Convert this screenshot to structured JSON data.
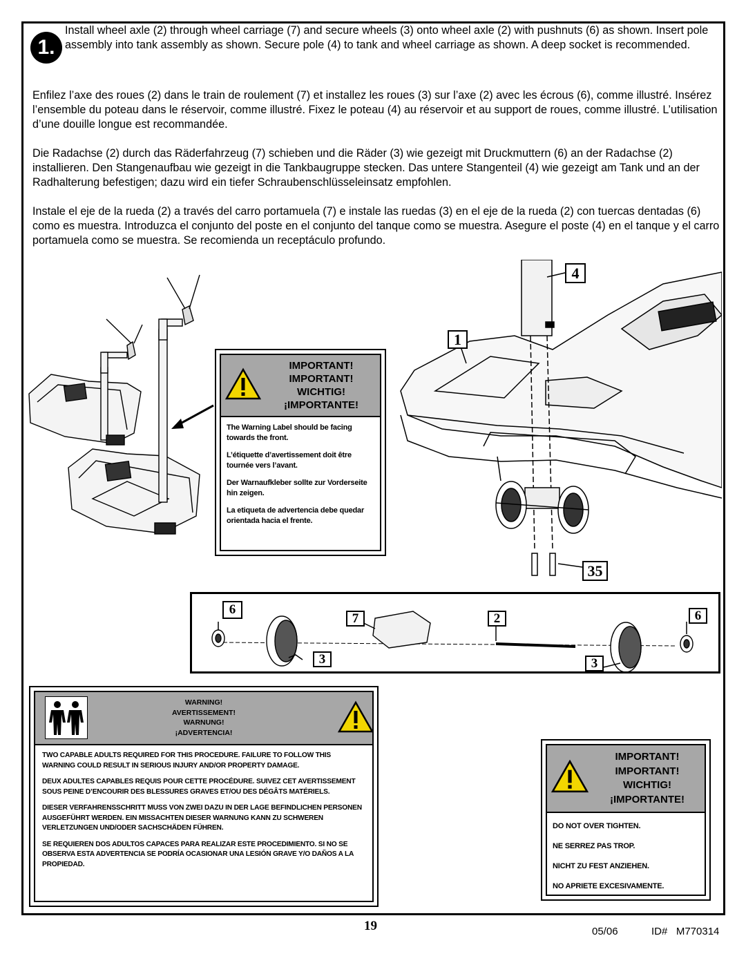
{
  "step": {
    "number": "1.",
    "instructions": {
      "en": "Install wheel axle (2) through wheel carriage (7) and secure wheels (3) onto wheel axle (2) with pushnuts (6) as shown. Insert pole assembly into tank assembly as shown. Secure pole (4) to tank and wheel carriage as shown. A deep socket is recommended.",
      "fr": "Enfilez l’axe des roues (2) dans le train de roulement (7) et installez les roues (3) sur l’axe (2) avec les écrous (6), comme illustré. Insérez l’ensemble du poteau dans le réservoir, comme illustré. Fixez le poteau (4) au réservoir et au support de roues, comme illustré. L’utilisation d’une douille longue est recommandée.",
      "de": "Die Radachse (2) durch das Räderfahrzeug (7) schieben und die Räder (3) wie gezeigt mit Druckmuttern (6) an der Radachse (2) installieren. Den Stangenaufbau wie gezeigt in die Tankbaugruppe stecken. Das untere Stangenteil (4) wie gezeigt am Tank und an der Radhalterung befestigen; dazu wird ein tiefer Schraubenschlüsseleinsatz empfohlen.",
      "es": "Instale el eje de la rueda (2) a través del carro portamuela (7) e instale las ruedas (3) en el eje de la rueda (2) con tuercas dentadas (6) como es muestra. Introduzca el conjunto del poste en el conjunto del tanque como se muestra. Asegure el poste (4) en el tanque y el carro portamuela como se muestra. Se recomienda un receptáculo profundo."
    }
  },
  "important_label_box": {
    "headings": [
      "IMPORTANT!",
      "IMPORTANT!",
      "WICHTIG!",
      "¡IMPORTANTE!"
    ],
    "notes": [
      "The Warning Label should be facing towards the front.",
      "L’étiquette d’avertissement doit être tournée vers l’avant.",
      "Der Warnaufkleber sollte zur Vorderseite hin zeigen.",
      "La etiqueta de advertencia debe quedar orientada hacia el frente."
    ]
  },
  "part_callouts": {
    "pole": "4",
    "tank": "1",
    "bolts": "35",
    "pushnut_left": "6",
    "carriage": "7",
    "axle": "2",
    "pushnut_right": "6",
    "wheel_left": "3",
    "wheel_right": "3"
  },
  "warning_box": {
    "headings": [
      "WARNING!",
      "AVERTISSEMENT!",
      "WARNUNG!",
      "¡ADVERTENCIA!"
    ],
    "texts": [
      "TWO CAPABLE ADULTS REQUIRED FOR THIS PROCEDURE. FAILURE TO FOLLOW THIS WARNING COULD RESULT IN SERIOUS INJURY AND/OR PROPERTY DAMAGE.",
      "DEUX ADULTES CAPABLES REQUIS POUR CETTE PROCÉDURE. SUIVEZ CET AVERTISSEMENT SOUS PEINE D’ENCOURIR DES BLESSURES GRAVES ET/OU DES DÉGÂTS MATÉRIELS.",
      "DIESER VERFAHRENSSCHRITT MUSS VON ZWEI DAZU IN DER LAGE BEFINDLICHEN PERSONEN AUSGEFÜHRT WERDEN. EIN MISSACHTEN DIESER WARNUNG KANN ZU SCHWEREN VERLETZUNGEN UND/ODER SACHSCHÄDEN FÜHREN.",
      "SE REQUIEREN DOS ADULTOS CAPACES PARA REALIZAR ESTE PROCEDIMIENTO. SI NO SE OBSERVA ESTA ADVERTENCIA SE PODRÍA OCASIONAR UNA LESIÓN GRAVE Y/O DAÑOS A LA PROPIEDAD."
    ]
  },
  "important_tighten_box": {
    "headings": [
      "IMPORTANT!",
      "IMPORTANT!",
      "WICHTIG!",
      "¡IMPORTANTE!"
    ],
    "notes": [
      "DO NOT OVER TIGHTEN.",
      "NE SERREZ PAS TROP.",
      "NICHT ZU FEST ANZIEHEN.",
      "NO APRIETE EXCESIVAMENTE."
    ]
  },
  "footer": {
    "page": "19",
    "date": "05/06",
    "id": "ID#   M770314"
  },
  "colors": {
    "header_gray": "#a7a7a7",
    "caution_yellow": "#f2d600",
    "ink": "#000000"
  },
  "icons": [
    "caution-triangle-icon",
    "two-people-icon"
  ]
}
